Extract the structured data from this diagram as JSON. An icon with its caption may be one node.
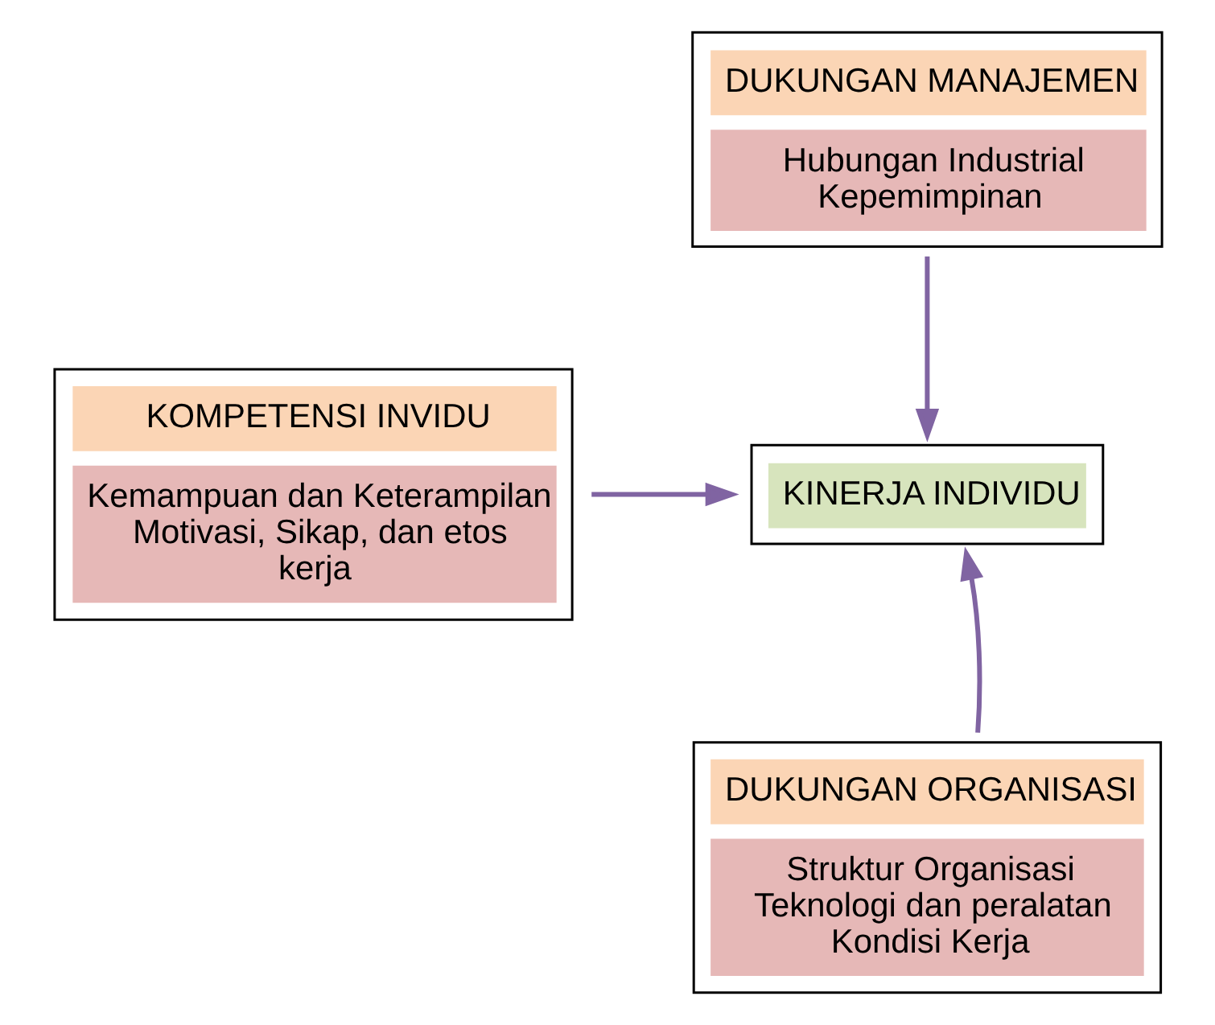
{
  "diagram": {
    "nodes": [
      {
        "text": [
          "DUKUNGAN MANAJEMEN",
          "Hubungan Industrial Kepemimpinan"
        ]
      },
      {
        "text": [
          "KOMPETENSI INVIDU",
          "Kemampuan dan Keterampilan Motivasi, Sikap, dan etos kerja"
        ]
      },
      {
        "text": [
          "KINERJA INDIVIDU"
        ]
      },
      {
        "text": [
          "DUKUNGAN ORGANISASI",
          "Struktur Organisasi Teknologi dan peralatan Kondisi Kerja"
        ]
      }
    ],
    "edges": [
      {
        "from": 1,
        "to": 2,
        "arrow": "to"
      },
      {
        "from": 0,
        "to": 2,
        "arrow": "to"
      },
      {
        "from": 3,
        "to": 2,
        "arrow": "to"
      }
    ]
  }
}
